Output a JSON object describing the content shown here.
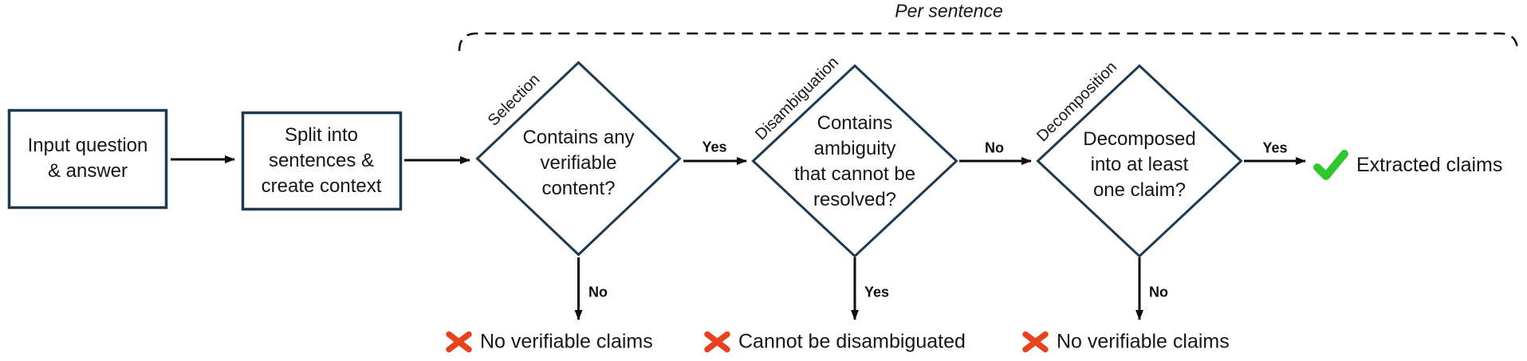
{
  "header": {
    "per_sentence_label": "Per sentence"
  },
  "process": {
    "input_box": "Input question\n& answer",
    "split_box": "Split into\nsentences &\ncreate context"
  },
  "decisions": [
    {
      "stage": "Selection",
      "question": "Contains any\nverifiable\ncontent?",
      "pass_label": "Yes",
      "fail_label": "No",
      "fail_outcome": "No verifiable claims"
    },
    {
      "stage": "Disambiguation",
      "question": "Contains\nambiguity\nthat cannot be\nresolved?",
      "pass_label": "No",
      "fail_label": "Yes",
      "fail_outcome": "Cannot be disambiguated"
    },
    {
      "stage": "Decomposition",
      "question": "Decomposed\ninto at least\none claim?",
      "pass_label": "Yes",
      "fail_label": "No",
      "fail_outcome": "No verifiable claims"
    }
  ],
  "outcomes": {
    "success": "Extracted claims"
  },
  "colors": {
    "outline": "#1c3a50",
    "fail": "#e8431f",
    "success": "#2ec82e",
    "text": "#161616",
    "line": "#0d0d0d"
  }
}
